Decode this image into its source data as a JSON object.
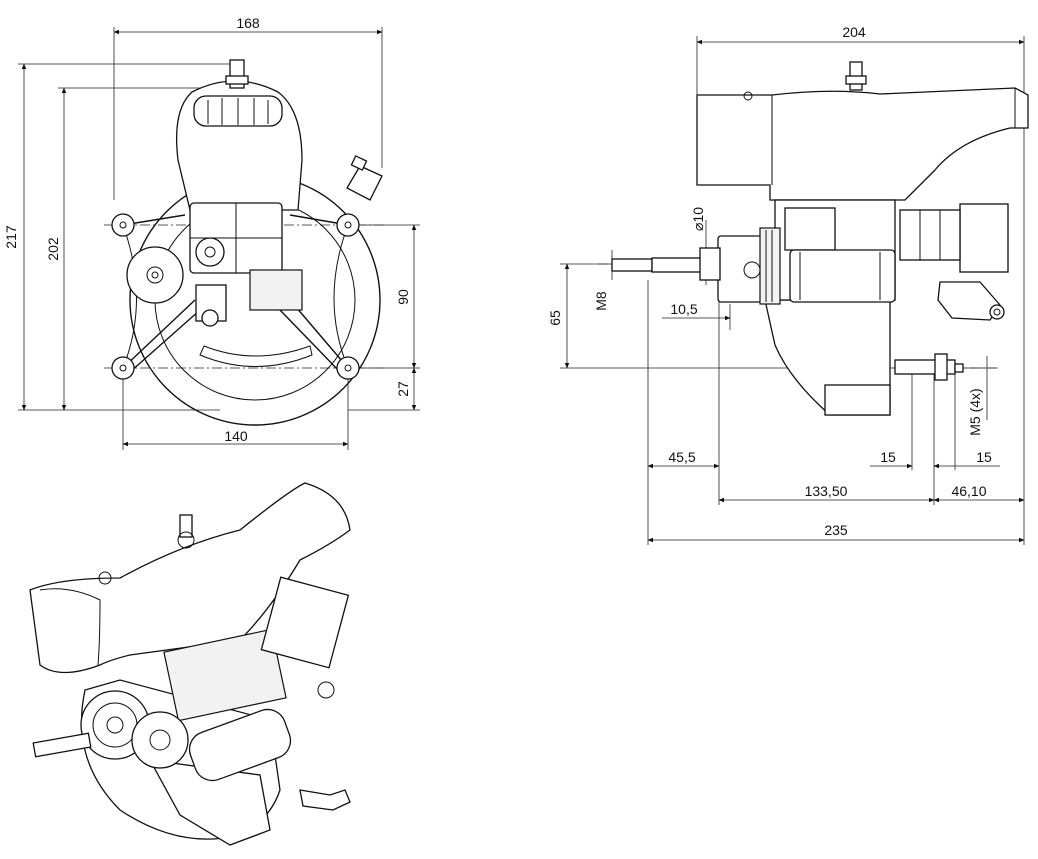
{
  "front_view": {
    "dims": {
      "width_top": "168",
      "height_overall": "217",
      "height_inner": "202",
      "mount_vertical": "90",
      "mount_offset": "27",
      "mount_width": "140"
    }
  },
  "side_view": {
    "dims": {
      "width_top": "204",
      "shaft_diameter": "⌀10",
      "thread": "M8",
      "shaft_collar": "10,5",
      "shaft_height": "65",
      "bolt_spec": "M5 (4x)",
      "offset_left": "45,5",
      "stud_a": "15",
      "stud_b": "15",
      "length_mid": "133,50",
      "length_right": "46,10",
      "length_total": "235"
    }
  }
}
